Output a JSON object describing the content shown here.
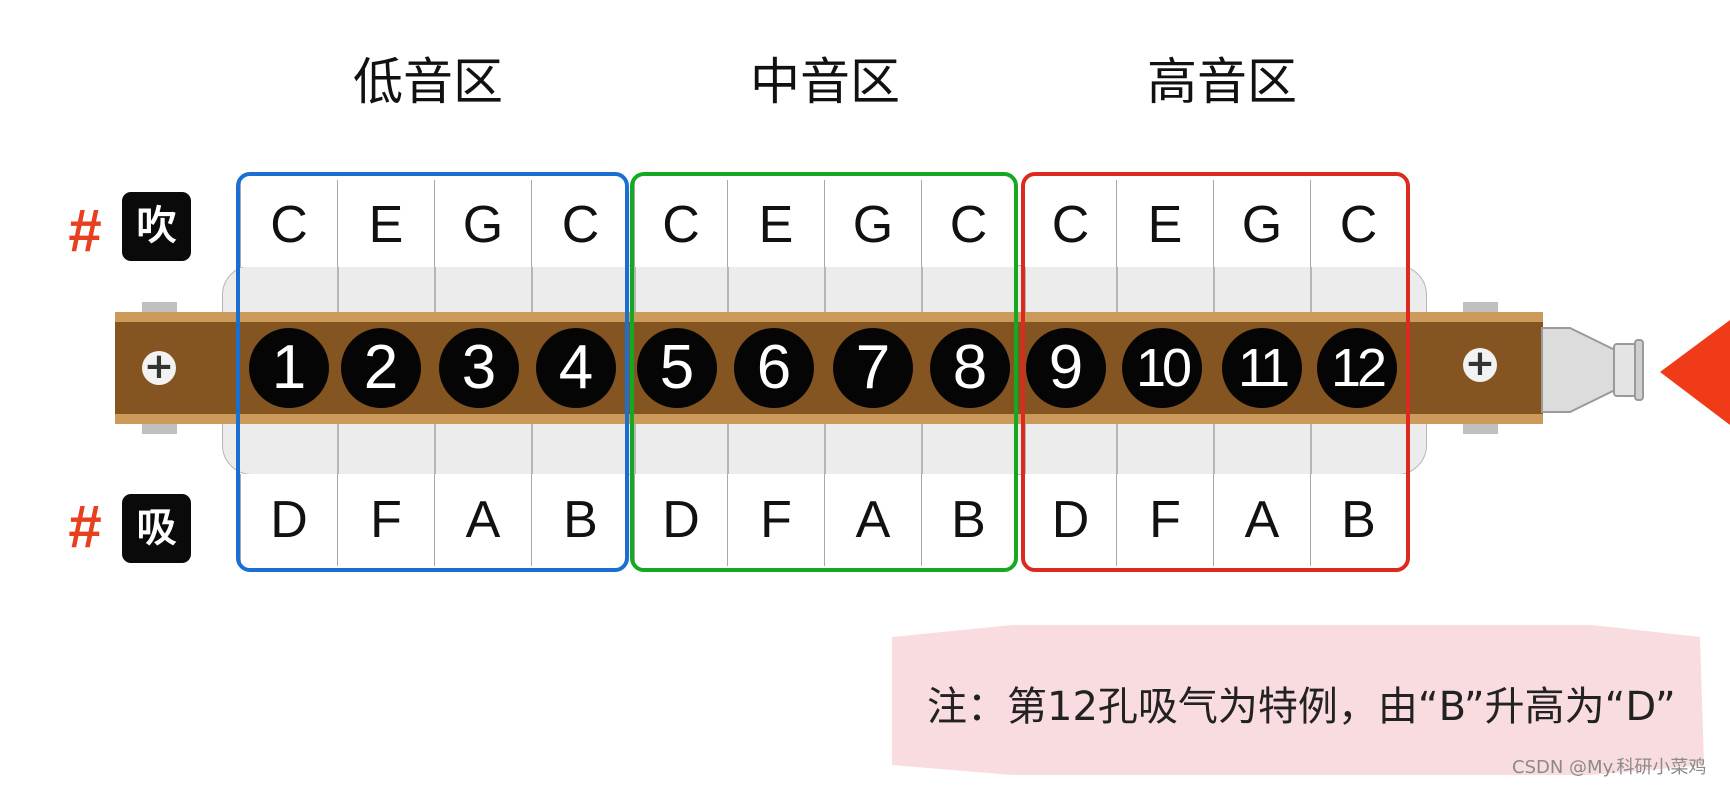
{
  "regions": [
    "低音区",
    "中音区",
    "高音区"
  ],
  "rows": {
    "blow": {
      "sharp": "#",
      "label": "吹",
      "notes": [
        "C",
        "E",
        "G",
        "C",
        "C",
        "E",
        "G",
        "C",
        "C",
        "E",
        "G",
        "C"
      ]
    },
    "draw": {
      "sharp": "#",
      "label": "吸",
      "notes": [
        "D",
        "F",
        "A",
        "B",
        "D",
        "F",
        "A",
        "B",
        "D",
        "F",
        "A",
        "B"
      ]
    }
  },
  "holes": [
    "1",
    "2",
    "3",
    "4",
    "5",
    "6",
    "7",
    "8",
    "9",
    "10",
    "11",
    "12"
  ],
  "screw_symbol": "+",
  "colors": {
    "low_region": "#1a6fd1",
    "mid_region": "#17a821",
    "high_region": "#dd2a1e",
    "wood": "#845521",
    "wood_edge": "#cc9a5a",
    "sharp": "#e8401f",
    "arrow": "#ef3b17",
    "note_bg": "#f9dcdf"
  },
  "note": "注：第12孔吸气为特例，由“B”升高为“D”",
  "watermark": "CSDN @My.科研小菜鸡"
}
